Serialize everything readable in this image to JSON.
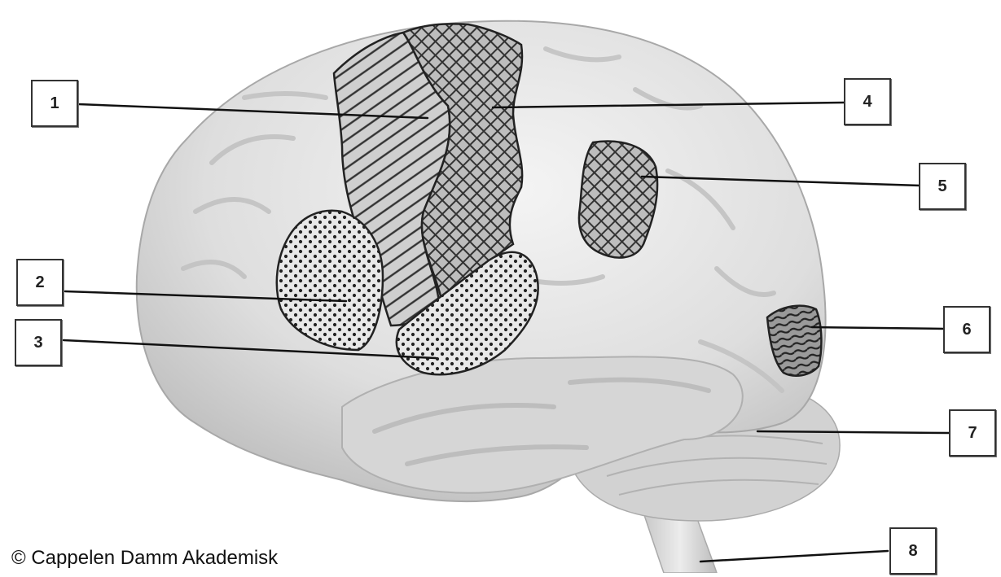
{
  "labels": [
    "1",
    "2",
    "3",
    "4",
    "5",
    "6",
    "7",
    "8"
  ],
  "credit": "© Cappelen Damm Akademisk"
}
